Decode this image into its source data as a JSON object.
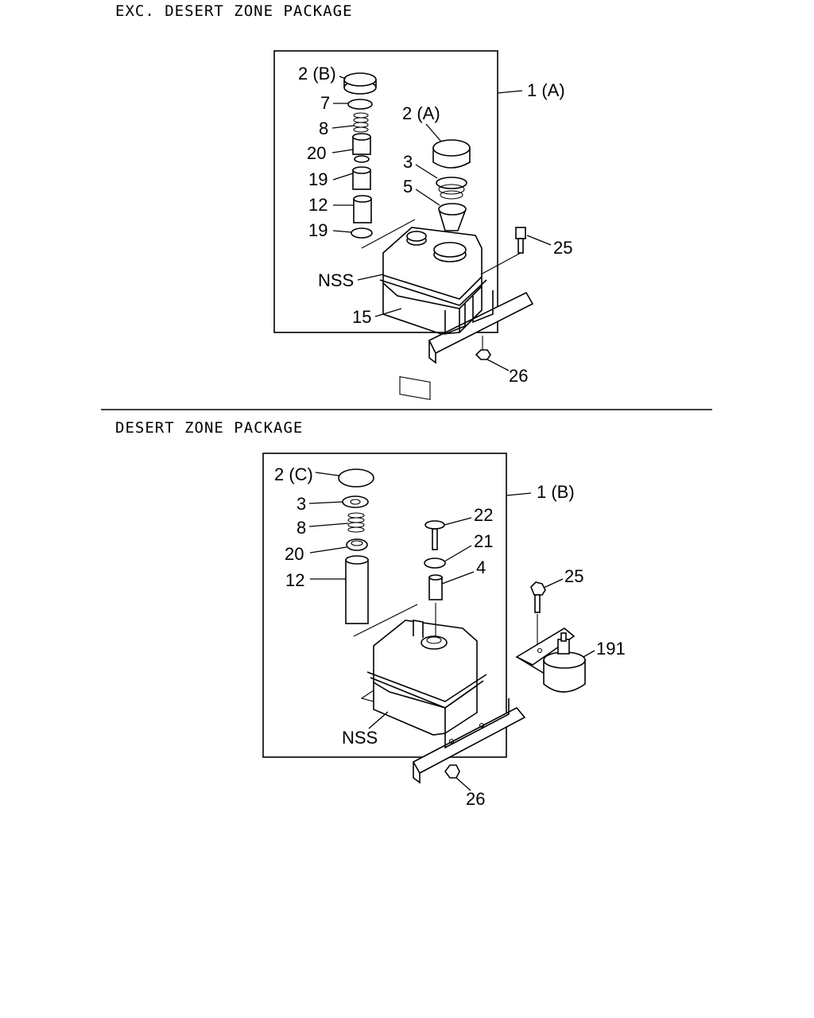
{
  "sections": [
    {
      "heading": "EXC. DESERT ZONE PACKAGE",
      "assembly_label": "1 (A)",
      "callouts": [
        "2 (B)",
        "7",
        "8",
        "20",
        "19",
        "12",
        "19",
        "2 (A)",
        "3",
        "5",
        "NSS",
        "15",
        "25",
        "26"
      ]
    },
    {
      "heading": "DESERT ZONE PACKAGE",
      "assembly_label": "1 (B)",
      "callouts": [
        "2 (C)",
        "3",
        "8",
        "20",
        "12",
        "22",
        "21",
        "4",
        "25",
        "191",
        "NSS",
        "26"
      ]
    }
  ]
}
